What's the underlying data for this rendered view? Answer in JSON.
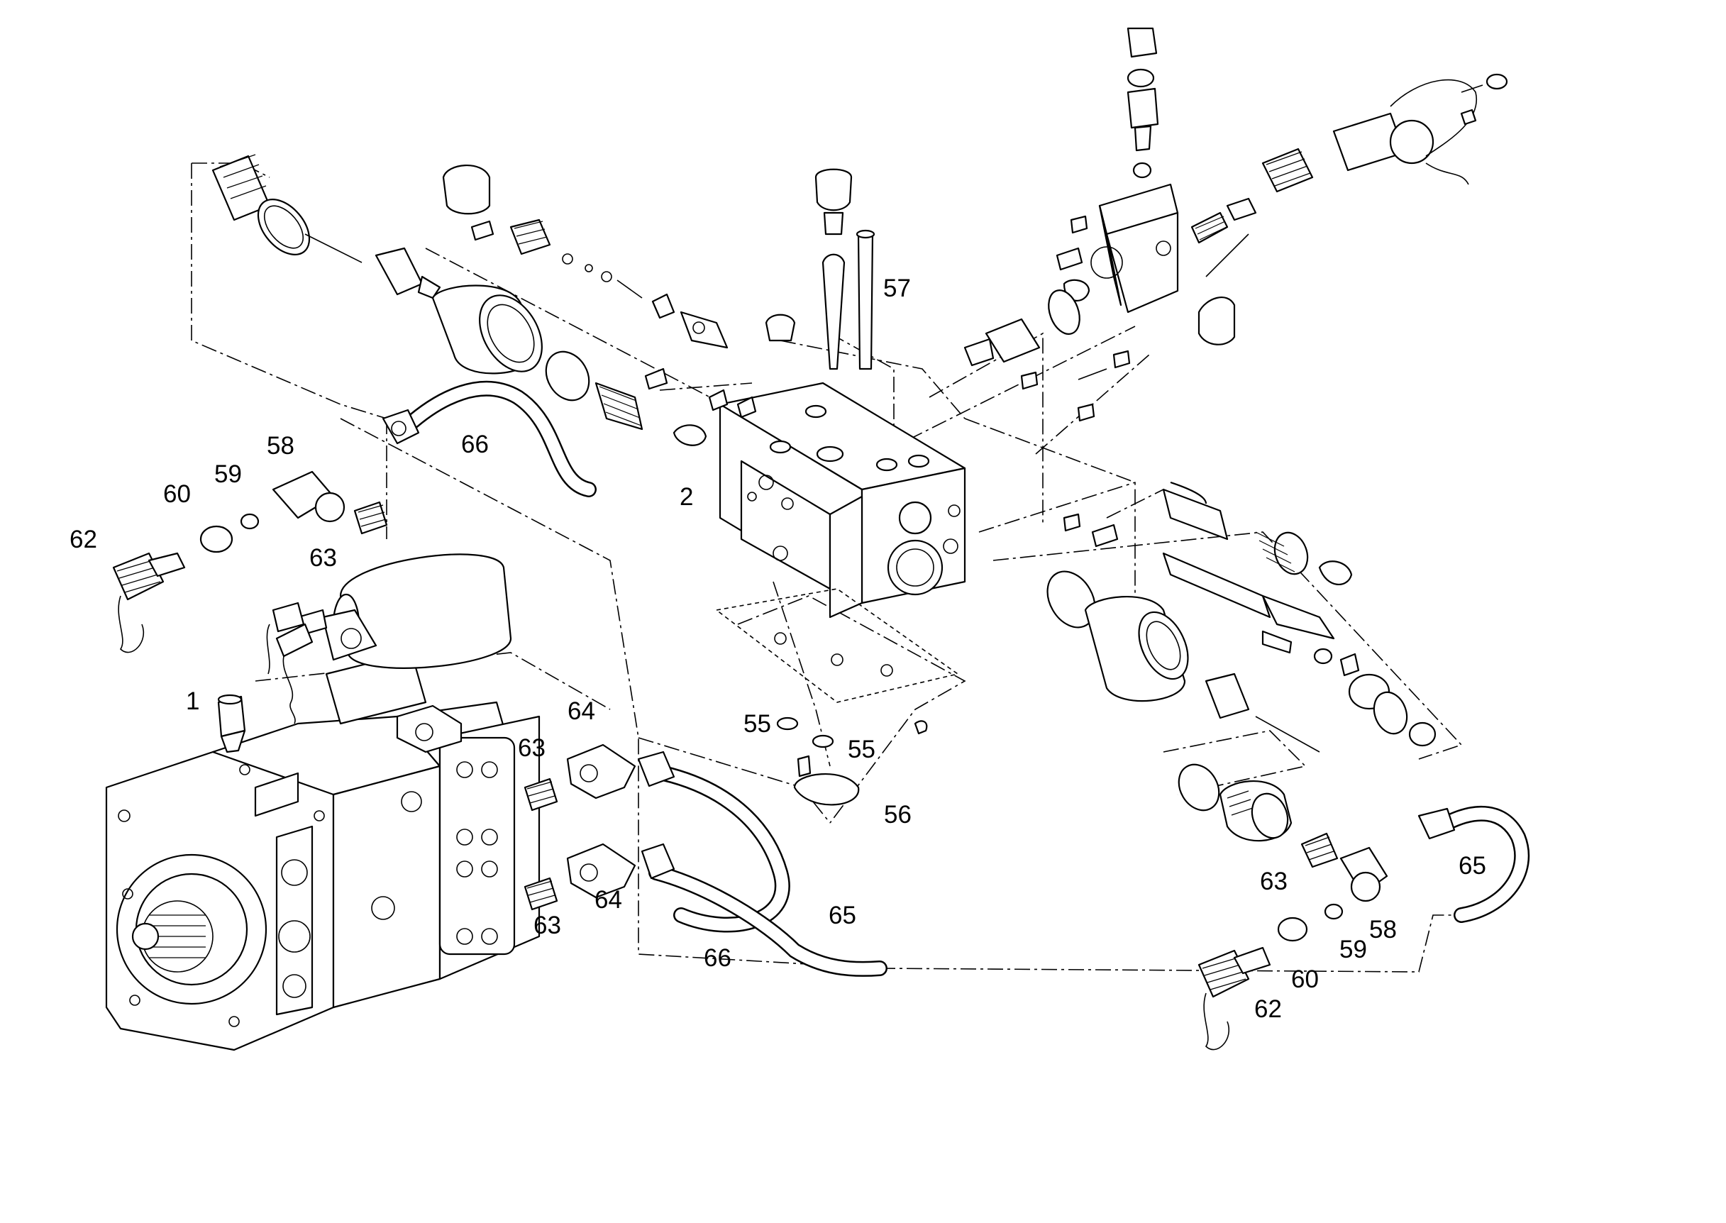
{
  "callouts": [
    {
      "id": "c1",
      "text": "1"
    },
    {
      "id": "c2",
      "text": "2"
    },
    {
      "id": "c55a",
      "text": "55"
    },
    {
      "id": "c55b",
      "text": "55"
    },
    {
      "id": "c56",
      "text": "56"
    },
    {
      "id": "c57",
      "text": "57"
    },
    {
      "id": "c58a",
      "text": "58"
    },
    {
      "id": "c58b",
      "text": "58"
    },
    {
      "id": "c59a",
      "text": "59"
    },
    {
      "id": "c59b",
      "text": "59"
    },
    {
      "id": "c60a",
      "text": "60"
    },
    {
      "id": "c60b",
      "text": "60"
    },
    {
      "id": "c62a",
      "text": "62"
    },
    {
      "id": "c62b",
      "text": "62"
    },
    {
      "id": "c63a",
      "text": "63"
    },
    {
      "id": "c63b",
      "text": "63"
    },
    {
      "id": "c63c",
      "text": "63"
    },
    {
      "id": "c63d",
      "text": "63"
    },
    {
      "id": "c64a",
      "text": "64"
    },
    {
      "id": "c64b",
      "text": "64"
    },
    {
      "id": "c65a",
      "text": "65"
    },
    {
      "id": "c65b",
      "text": "65"
    },
    {
      "id": "c66a",
      "text": "66"
    },
    {
      "id": "c66b",
      "text": "66"
    }
  ]
}
